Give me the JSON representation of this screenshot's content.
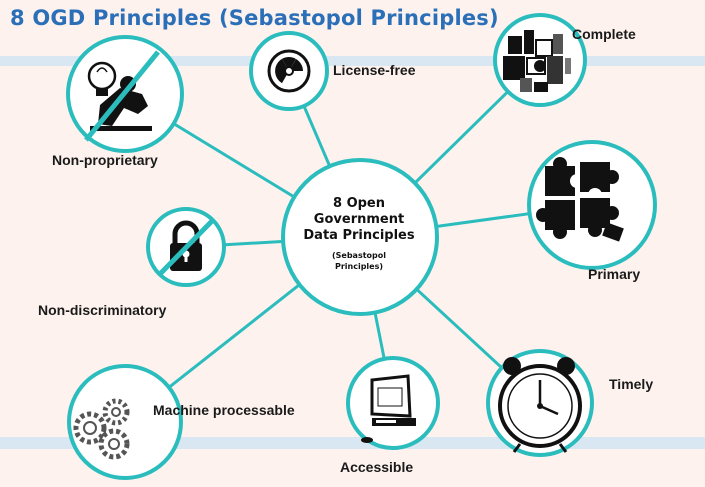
{
  "title": "8 OGD Principles (Sebastopol Principles)",
  "center": {
    "title_lines": [
      "8 Open",
      "Government",
      "Data Principles"
    ],
    "subtitle_lines": [
      "(Sebastopol",
      "Principles)"
    ]
  },
  "principles": {
    "license_free": "License-free",
    "complete": "Complete",
    "non_proprietary": "Non-proprietary",
    "primary": "Primary",
    "non_discriminatory": "Non-discriminatory",
    "timely": "Timely",
    "machine_processable": "Machine processable",
    "accessible": "Accessible"
  },
  "colors": {
    "title": "#2a6fb7",
    "accent": "#2bbdbd",
    "band": "#d8e7f1",
    "background": "#fdf2ee"
  },
  "icons": {
    "license_free": "radiation-symbol-icon",
    "complete": "stacked-blocks-icon",
    "non_proprietary": "lightbulb-person-crossed-icon",
    "primary": "puzzle-pieces-icon",
    "non_discriminatory": "padlock-crossed-icon",
    "timely": "alarm-clock-icon",
    "machine_processable": "gears-icon",
    "accessible": "computer-icon"
  }
}
